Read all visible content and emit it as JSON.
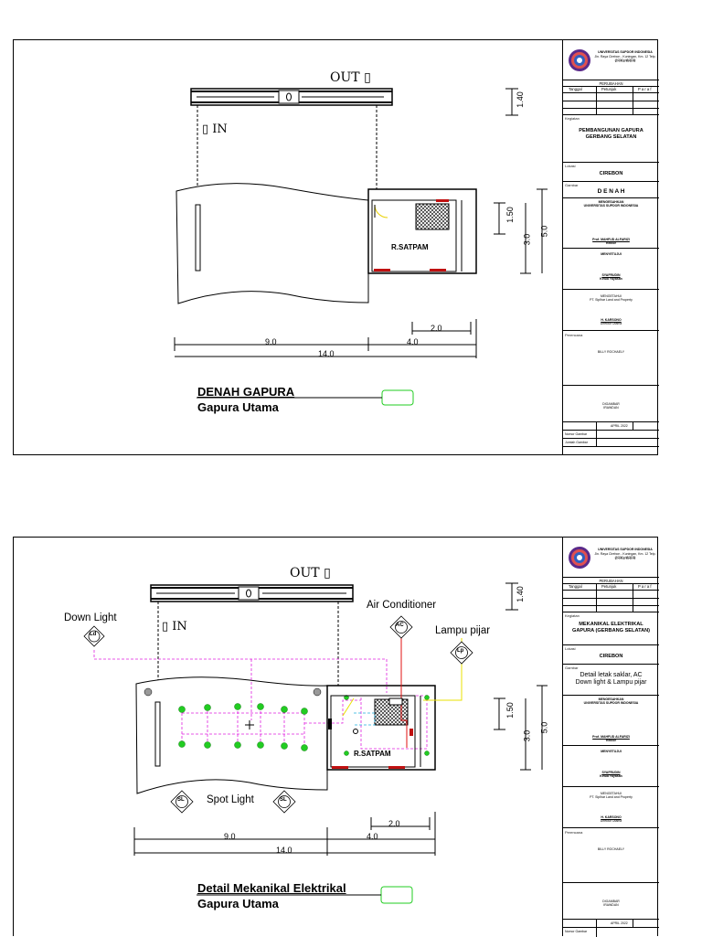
{
  "sheets": [
    {
      "title_main": "DENAH GAPURA",
      "title_sub": "Gapura Utama",
      "out_label": "OUT",
      "in_label": "IN",
      "room_label": "R.SATPAM",
      "dims": {
        "d140": "1.40",
        "d150": "1.50",
        "d30": "3.0",
        "d50": "5.0",
        "d90": "9.0",
        "d140b": "14.0",
        "d40": "4.0",
        "d20": "2.0"
      },
      "titleblock": {
        "univ": "UNIVERSITAS SUPDOR INDONESIA",
        "univ_addr": "Jln. Raya Cirebon - Kuningan, Km. 12 Telp.(0231) 482275",
        "univ_city": "C I R E B O N",
        "perubahan": "PERUBAHAN",
        "col_tanggal": "Tanggal",
        "col_petunjuk": "Petunjuk",
        "col_paraf": "P a r a f",
        "kegiatan_label": "Kegiatan",
        "kegiatan": "PEMBANGUNAN GAPURA GERBANG SELATAN",
        "lokasi_label": "Lokasi",
        "lokasi": "CIREBON",
        "gambar_label": "Gambar",
        "gambar": "D E N A H",
        "mengesahkan": "MENGESAHKAN",
        "mengesahkan_org": "UNIVERSITAS SUPDOR INDONESIA",
        "rektor_name": "Prof. MAHFUD ALFARIZI",
        "rektor_title": "Rektor",
        "menyetujui": "MENYETUJUI",
        "ketua_name": "SYAFRUDIN",
        "ketua_title": "Ketua Yayasan",
        "mengetahui": "MENGETAHUI",
        "mengetahui_org": "PT. Siplhar Land and Property",
        "direktur_name": "H. KARSONO",
        "direktur_title": "Direktur Utama",
        "perencana_label": "Perencana",
        "perencana": "BILLY ROCHAELY",
        "digambar": "DIGAMBAR",
        "digambar_sub": "IRAWDAN",
        "date": "APRIL 2022",
        "nomor_gambar": "Nomor Gambar",
        "jumlah_gambar": "Jumlah Gambar"
      }
    },
    {
      "title_main": "Detail Mekanikal Elektrikal",
      "title_sub": "Gapura Utama",
      "out_label": "OUT",
      "in_label": "IN",
      "room_label": "R.SATPAM",
      "callouts": {
        "down_light": "Down Light",
        "air_conditioner": "Air Conditioner",
        "lampu_pijar": "Lampu pijar",
        "spot_light": "Spot Light",
        "sym_ld": "Ld",
        "sym_ac": "AC",
        "sym_lp": "Lp",
        "sym_sl": "SL"
      },
      "dims": {
        "d140": "1.40",
        "d150": "1.50",
        "d30": "3.0",
        "d50": "5.0",
        "d90": "9.0",
        "d140b": "14.0",
        "d40": "4.0",
        "d20": "2.0"
      },
      "titleblock": {
        "univ": "UNIVERSITAS SUPDOR INDONESIA",
        "univ_addr": "Jln. Raya Cirebon - Kuningan, Km. 12 Telp.(0231) 482275",
        "univ_city": "C I R E B O N",
        "perubahan": "PERUBAHAN",
        "col_tanggal": "Tanggal",
        "col_petunjuk": "Petunjuk",
        "col_paraf": "P a r a f",
        "kegiatan_label": "Kegiatan",
        "kegiatan": "MEKANIKAL ELEKTRIKAL GAPURA (GERBANG SELATAN)",
        "lokasi_label": "Lokasi",
        "lokasi": "CIREBON",
        "gambar_label": "Gambar",
        "gambar": "Detail letak saklar, AC Down light & Lampu pijar",
        "mengesahkan": "MENGESAHKAN",
        "mengesahkan_org": "UNIVERSITAS SUPDOR INDONESIA",
        "rektor_name": "Prof. MAHFUD ALFARIZI",
        "rektor_title": "Rektor",
        "menyetujui": "MENYETUJUI",
        "ketua_name": "SYAFRUDIN",
        "ketua_title": "Ketua Yayasan",
        "mengetahui": "MENGETAHUI",
        "mengetahui_org": "PT. Siplhar Land and Property",
        "direktur_name": "H. KARSONO",
        "direktur_title": "Direktur Utama",
        "perencana_label": "Perencana",
        "perencana": "BILLY ROCHAELY",
        "digambar": "DIGAMBAR",
        "digambar_sub": "IRAWDAN",
        "date": "APRIL 2022",
        "nomor_gambar": "Nomor Gambar"
      }
    }
  ],
  "colors": {
    "title_box": "#22cc22",
    "downlight_wire": "#e020e0",
    "ac_wire": "#e01010",
    "lamp_wire": "#e8e000",
    "spot_dot": "#22cc22",
    "switch_wire": "#20b0e0",
    "logo_ring": "#5a2a8a"
  }
}
